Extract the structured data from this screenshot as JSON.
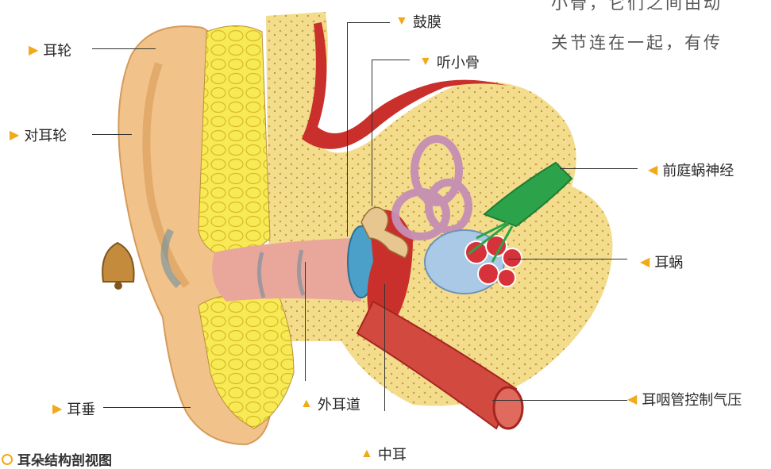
{
  "text": {
    "top_cut_line": "小骨，它们之间由动",
    "top_line": "关节连在一起，有传",
    "caption": "耳朵结构剖视图"
  },
  "labels": {
    "auricle": "耳轮",
    "antihelix": "对耳轮",
    "earlobe": "耳垂",
    "ear_canal": "外耳道",
    "middle_ear": "中耳",
    "eardrum": "鼓膜",
    "ossicles": "听小骨",
    "vestibulocochlear_nerve": "前庭蜗神经",
    "cochlea": "耳蜗",
    "eustachian_tube": "耳咽管控制气压"
  },
  "markers": {
    "right": "▶",
    "left": "◀",
    "down": "▼",
    "up": "▲"
  },
  "colors": {
    "marker": "#f2a91a",
    "skin": "#f1c38a",
    "bone": "#f3dc8c",
    "cartilage_yellow": "#f6e24a",
    "red_tissue": "#c9302c",
    "eardrum_blue": "#4aa0c8",
    "nerve_green": "#2ca34a",
    "canal_pink": "#e8a79a"
  }
}
